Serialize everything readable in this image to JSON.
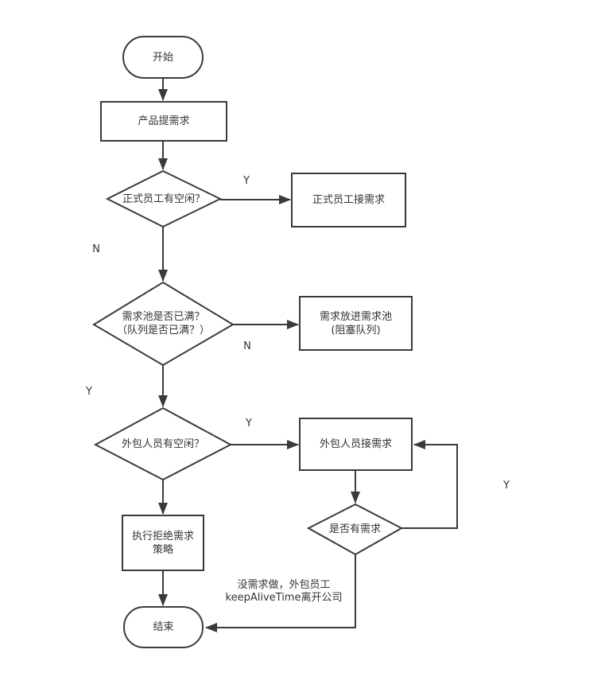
{
  "flowchart": {
    "title": "thread-pool requirement flow",
    "nodes": {
      "start": "开始",
      "product_requirement": "产品提需求",
      "formal_employee_free": "正式员工有空闲？",
      "formal_employee_take": "正式员工接需求",
      "pool_full": "需求池是否已满？\n（队列是否已满？）",
      "put_into_pool": "需求放进需求池\n(阻塞队列)",
      "outsource_free": "外包人员有空闲？",
      "outsource_take": "外包人员接需求",
      "has_requirement": "是否有需求",
      "reject_policy": "执行拒绝需求\n策略",
      "end": "结束"
    },
    "edge_labels": {
      "formal_free_yes": "Y",
      "formal_free_no": "N",
      "pool_full_no": "N",
      "pool_full_yes": "Y",
      "outsource_free_yes": "Y",
      "has_requirement_yes": "Y",
      "no_requirement_note": "没需求做，外包员工\nkeepAliveTime离开公司"
    },
    "colors": {
      "line": "#3a3a3a",
      "text": "#333333",
      "background": "#ffffff"
    }
  }
}
